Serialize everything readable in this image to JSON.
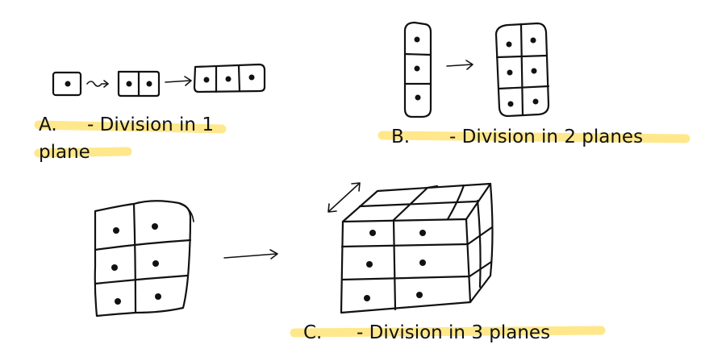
{
  "diagram": {
    "panel_a": {
      "letter": "A.",
      "text_line1": "- Division in 1",
      "text_line2": "plane"
    },
    "panel_b": {
      "letter": "B.",
      "text": "- Division in 2 planes"
    },
    "panel_c": {
      "letter": "C.",
      "text": "- Division in 3 planes"
    },
    "colors": {
      "ink": "#111111",
      "highlight": "#ffe680"
    }
  }
}
